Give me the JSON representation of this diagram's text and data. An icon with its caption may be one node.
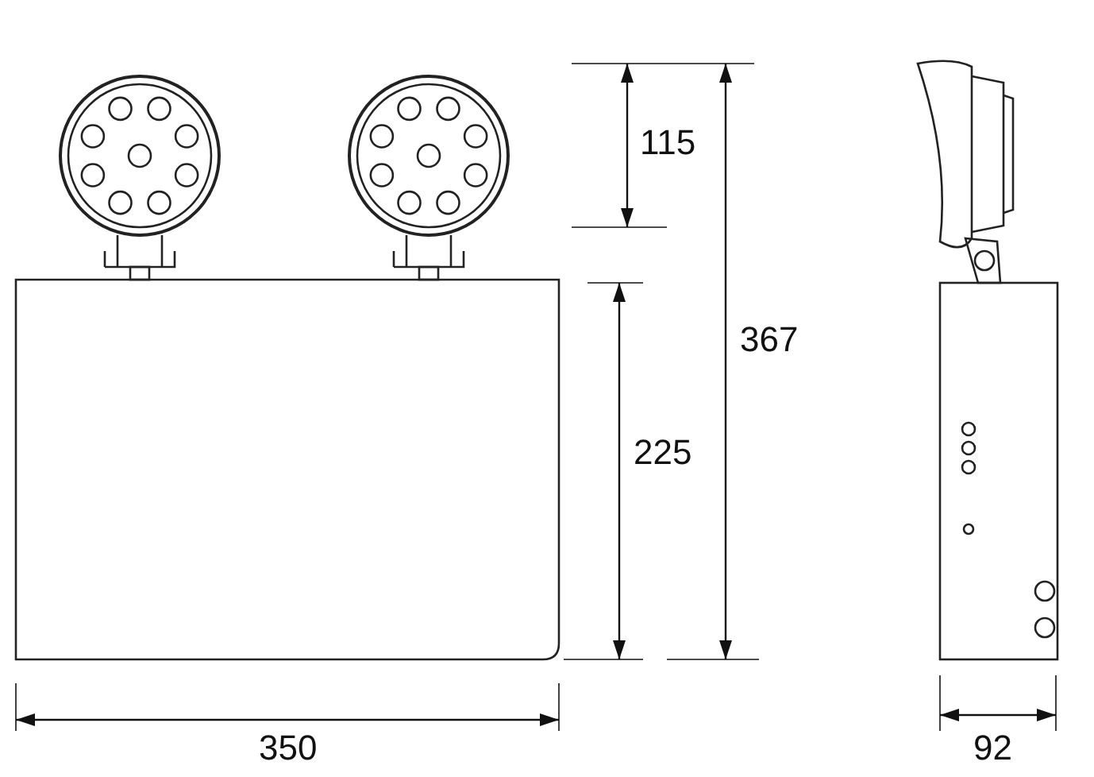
{
  "diagram": {
    "labels": [
      "115",
      "367",
      "225",
      "350",
      "92"
    ]
  }
}
